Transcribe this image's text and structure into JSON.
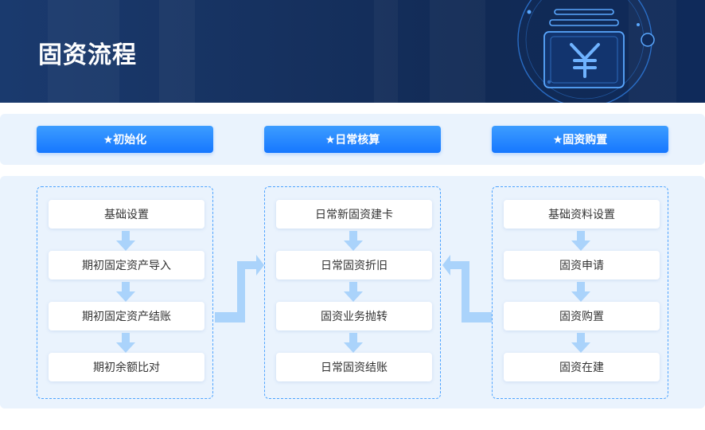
{
  "banner": {
    "title": "固资流程",
    "icon": "yen-document-icon"
  },
  "phases": [
    {
      "label": "★初始化",
      "steps": [
        "基础设置",
        "期初固定资产导入",
        "期初固定资产结账",
        "期初余额比对"
      ]
    },
    {
      "label": "★日常核算",
      "steps": [
        "日常新固资建卡",
        "日常固资折旧",
        "固资业务抛转",
        "日常固资结账"
      ]
    },
    {
      "label": "★固资购置",
      "steps": [
        "基础资料设置",
        "固资申请",
        "固资购置",
        "固资在建"
      ]
    }
  ],
  "colors": {
    "banner": "#16315f",
    "accent": "#1677ff",
    "row_bg": "#eaf3fd",
    "arrow": "#aad3fb",
    "dashed_border": "#4da3ff"
  }
}
